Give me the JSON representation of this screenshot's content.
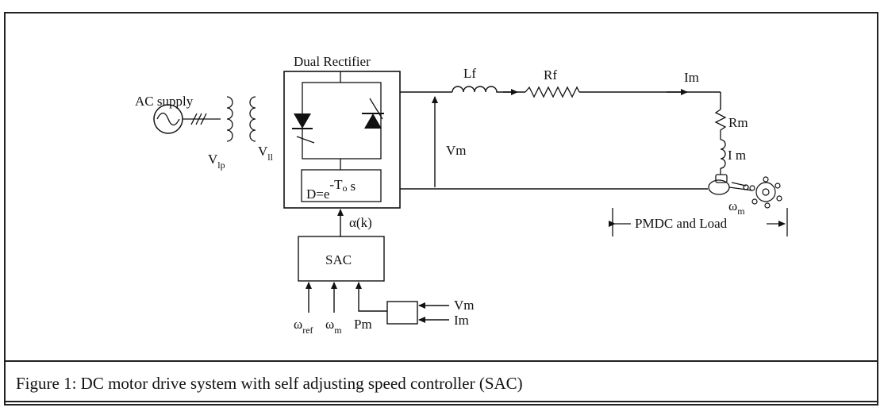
{
  "labels": {
    "dual_rectifier": "Dual Rectifier",
    "ac_supply": "AC supply",
    "v_lp_main": "V",
    "v_lp_sub": "lp",
    "v_ll_main": "V",
    "v_ll_sub": "ll",
    "delay_prefix": "D=e",
    "delay_exp": "-T",
    "delay_exp_sub": "o",
    "delay_exp_s": "s",
    "lf": "Lf",
    "rf": "Rf",
    "im_top": "Im",
    "rm": "Rm",
    "im_coil": "I m",
    "vm_mid": "Vm",
    "omega_m_motor": "ω",
    "omega_m_motor_sub": "m",
    "pmdc": "PMDC and Load",
    "alpha": "α(k)",
    "sac": "SAC",
    "omega_ref": "ω",
    "omega_ref_sub": "ref",
    "omega_m": "ω",
    "omega_m_sub": "m",
    "pm": "Pm",
    "vm_in": "Vm",
    "im_in": "Im"
  },
  "caption": "Figure 1: DC motor drive system with self adjusting speed controller (SAC)"
}
